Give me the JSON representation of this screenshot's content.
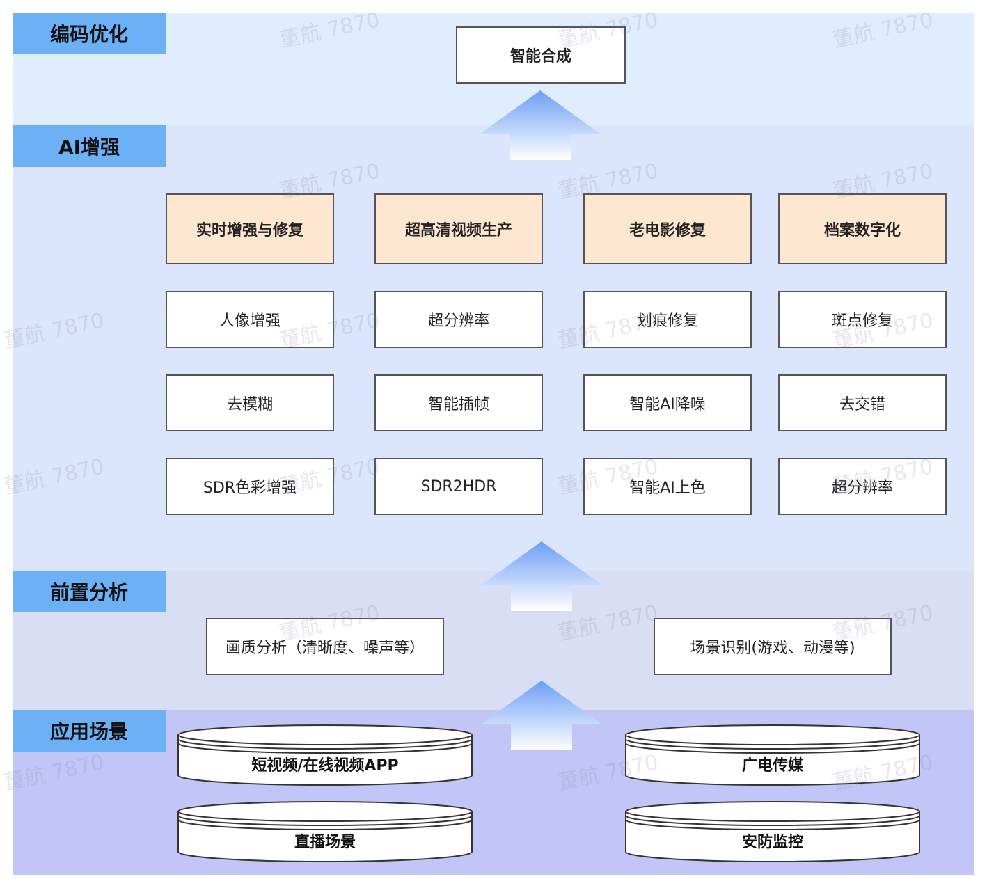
{
  "layers": {
    "encoding": "编码优化",
    "ai": "AI增强",
    "analysis": "前置分析",
    "scenes": "应用场景"
  },
  "encoding": {
    "top_box": "智能合成"
  },
  "ai": {
    "headers": [
      "实时增强与修复",
      "超高清视频生产",
      "老电影修复",
      "档案数字化"
    ],
    "rows": [
      [
        "人像增强",
        "超分辨率",
        "划痕修复",
        "斑点修复"
      ],
      [
        "去模糊",
        "智能插帧",
        "智能AI降噪",
        "去交错"
      ],
      [
        "SDR色彩增强",
        "SDR2HDR",
        "智能AI上色",
        "超分辨率"
      ]
    ]
  },
  "analysis": {
    "left": "画质分析（清晰度、噪声等）",
    "right": "场景识别(游戏、动漫等)"
  },
  "scenes": {
    "items": [
      "短视频/在线视频APP",
      "广电传媒",
      "直播场景",
      "安防监控"
    ]
  },
  "watermark": "董航 7870",
  "colors": {
    "layer_label": "#6cb0f6",
    "header_fill": "#fde7d1",
    "band_encoding": "#e0edfd",
    "band_ai": "#dbe5fb",
    "band_analysis": "#d8def3",
    "band_scenes": "#c2c6f7",
    "arrow_top": "#6c9ef5",
    "arrow_bottom": "#ffffff"
  }
}
